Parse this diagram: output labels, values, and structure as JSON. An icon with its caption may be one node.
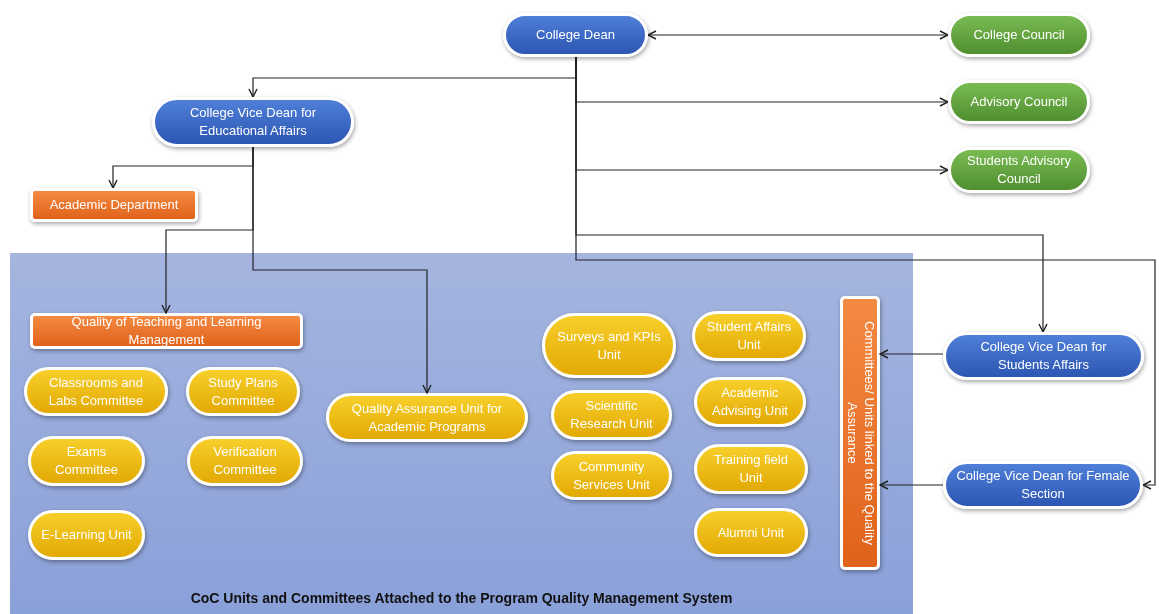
{
  "diagram": {
    "nodes": [
      {
        "text": [
          "College Dean"
        ]
      },
      {
        "text": [
          "College Council"
        ]
      },
      {
        "text": [
          "Advisory Council"
        ]
      },
      {
        "text": [
          "Students Advisory Council"
        ]
      },
      {
        "text": [
          "College Vice Dean for Educational Affairs"
        ]
      },
      {
        "text": [
          "Academic Department"
        ]
      },
      {
        "text": [
          "CoC Units and Committees Attached to the Program Quality Management System"
        ]
      },
      {
        "text": [
          "Quality of Teaching and Learning Management"
        ],
        "in": 6
      },
      {
        "text": [
          "Classrooms and Labs Committee"
        ],
        "in": 6
      },
      {
        "text": [
          "Study Plans Committee"
        ],
        "in": 6
      },
      {
        "text": [
          "Exams Committee"
        ],
        "in": 6
      },
      {
        "text": [
          "Verification Committee"
        ],
        "in": 6
      },
      {
        "text": [
          "E-Learning Unit"
        ],
        "in": 6
      },
      {
        "text": [
          "Quality Assurance Unit for Academic Programs"
        ],
        "in": 6
      },
      {
        "text": [
          "Surveys and KPIs Unit"
        ],
        "in": 6
      },
      {
        "text": [
          "Student Affairs Unit"
        ],
        "in": 6
      },
      {
        "text": [
          "Scientific Research Unit"
        ],
        "in": 6
      },
      {
        "text": [
          "Academic Advising Unit"
        ],
        "in": 6
      },
      {
        "text": [
          "Community Services Unit"
        ],
        "in": 6
      },
      {
        "text": [
          "Training field Unit"
        ],
        "in": 6
      },
      {
        "text": [
          "Alumni Unit"
        ],
        "in": 6
      },
      {
        "text": [
          "Committees/ Units linked to the Quality Assurance"
        ],
        "in": 6
      },
      {
        "text": [
          "College Vice Dean for Students Affairs"
        ]
      },
      {
        "text": [
          "College Vice Dean for Female Section"
        ]
      }
    ],
    "edges": [
      {
        "from": 0,
        "to": 1,
        "arrow": "both"
      },
      {
        "from": 0,
        "to": 2,
        "arrow": "to"
      },
      {
        "from": 0,
        "to": 3,
        "arrow": "to"
      },
      {
        "from": 0,
        "to": 4,
        "arrow": "to"
      },
      {
        "from": 0,
        "to": 22,
        "arrow": "to"
      },
      {
        "from": 0,
        "to": 23,
        "arrow": "to"
      },
      {
        "from": 4,
        "to": 5,
        "arrow": "to"
      },
      {
        "from": 4,
        "to": 7,
        "arrow": "to"
      },
      {
        "from": 4,
        "to": 13,
        "arrow": "to"
      },
      {
        "from": 22,
        "to": 21,
        "arrow": "to"
      },
      {
        "from": 23,
        "to": 21,
        "arrow": "to"
      }
    ]
  }
}
